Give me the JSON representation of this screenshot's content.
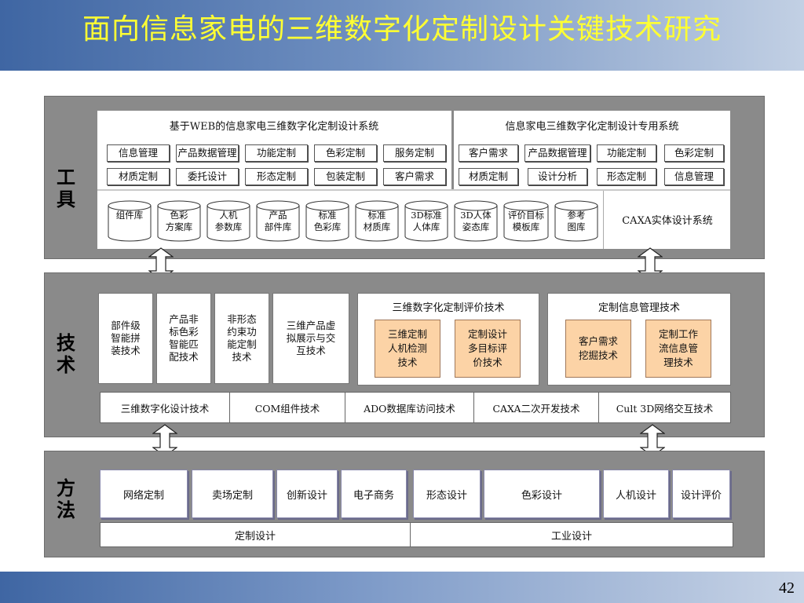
{
  "title": "面向信息家电的三维数字化定制设计关键技术研究",
  "page_number": "42",
  "labels": {
    "tools": "工\n具",
    "tech": "技\n术",
    "method": "方\n法"
  },
  "tools": {
    "web_system": {
      "title": "基于WEB的信息家电三维数字化定制设计系统",
      "row1": [
        "信息管理",
        "产品数据管理",
        "功能定制",
        "色彩定制",
        "服务定制"
      ],
      "row2": [
        "材质定制",
        "委托设计",
        "形态定制",
        "包装定制",
        "客户需求"
      ]
    },
    "special_system": {
      "title": "信息家电三维数字化定制设计专用系统",
      "row1": [
        "客户需求",
        "产品数据管理",
        "功能定制",
        "色彩定制"
      ],
      "row2": [
        "材质定制",
        "设计分析",
        "形态定制",
        "信息管理"
      ]
    },
    "databases": [
      "组件库",
      "色彩\n方案库",
      "人机\n参数库",
      "产品\n部件库",
      "标准\n色彩库",
      "标准\n材质库",
      "3D标准\n人体库",
      "3D人体\n姿态库",
      "评价目标\n模板库",
      "参考\n图库"
    ],
    "caxa": "CAXA实体设计系统"
  },
  "tech": {
    "boxes": [
      "部件级\n智能拼\n装技术",
      "产品非\n标色彩\n智能匹\n配技术",
      "非形态\n约束功\n能定制\n技术",
      "三维产品虚\n拟展示与交\n互技术"
    ],
    "eval": {
      "title": "三维数字化定制评价技术",
      "items": [
        "三维定制\n人机检测\n技术",
        "定制设计\n多目标评\n价技术"
      ]
    },
    "info": {
      "title": "定制信息管理技术",
      "items": [
        "客户需求\n挖掘技术",
        "定制工作\n流信息管\n理技术"
      ]
    },
    "row": [
      "三维数字化设计技术",
      "COM组件技术",
      "ADO数据库访问技术",
      "CAXA二次开发技术",
      "Cult 3D网络交互技术"
    ]
  },
  "method": {
    "items": [
      "网络定制",
      "卖场定制",
      "创新设计",
      "电子商务",
      "形态设计",
      "色彩设计",
      "人机设计",
      "设计评价"
    ],
    "groups": [
      "定制设计",
      "工业设计"
    ]
  },
  "colors": {
    "title": "#ffff33",
    "band": "#8a8a8a",
    "highlight": "#fcd3a6"
  }
}
